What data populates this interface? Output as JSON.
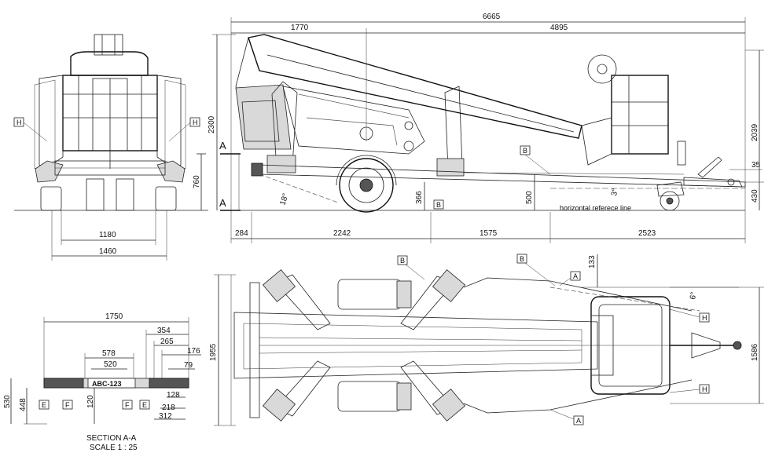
{
  "dims": {
    "side_total": "6665",
    "side_front": "1770",
    "side_rear": "4895",
    "side_height": "2300",
    "side_right_height": "2039",
    "side_35": "35",
    "side_430": "430",
    "side_500": "500",
    "side_366": "366",
    "side_angle_18": "18°",
    "side_angle_3": "3°",
    "side_284": "284",
    "side_2242": "2242",
    "side_1575": "1575",
    "side_2523": "2523",
    "front_760": "760",
    "front_1180": "1180",
    "front_1460": "1460",
    "top_133": "133",
    "top_angle_6": "6°",
    "top_1955": "1955",
    "top_1586": "1586",
    "sec_1750": "1750",
    "sec_354": "354",
    "sec_265": "265",
    "sec_176": "176",
    "sec_578": "578",
    "sec_520": "520",
    "sec_79": "79",
    "sec_530": "530",
    "sec_448": "448",
    "sec_120": "120",
    "sec_128": "128",
    "sec_218": "218",
    "sec_312": "312"
  },
  "labels": {
    "horizontal_ref": "horizontal referece line",
    "section_a_top": "A",
    "section_a_bottom": "A",
    "tag_b": "B",
    "tag_h": "H",
    "tag_a": "A",
    "tag_e": "E",
    "tag_f": "F",
    "plate": "ABC-123",
    "section_title": "SECTION A-A",
    "section_scale": "SCALE 1 : 25"
  }
}
